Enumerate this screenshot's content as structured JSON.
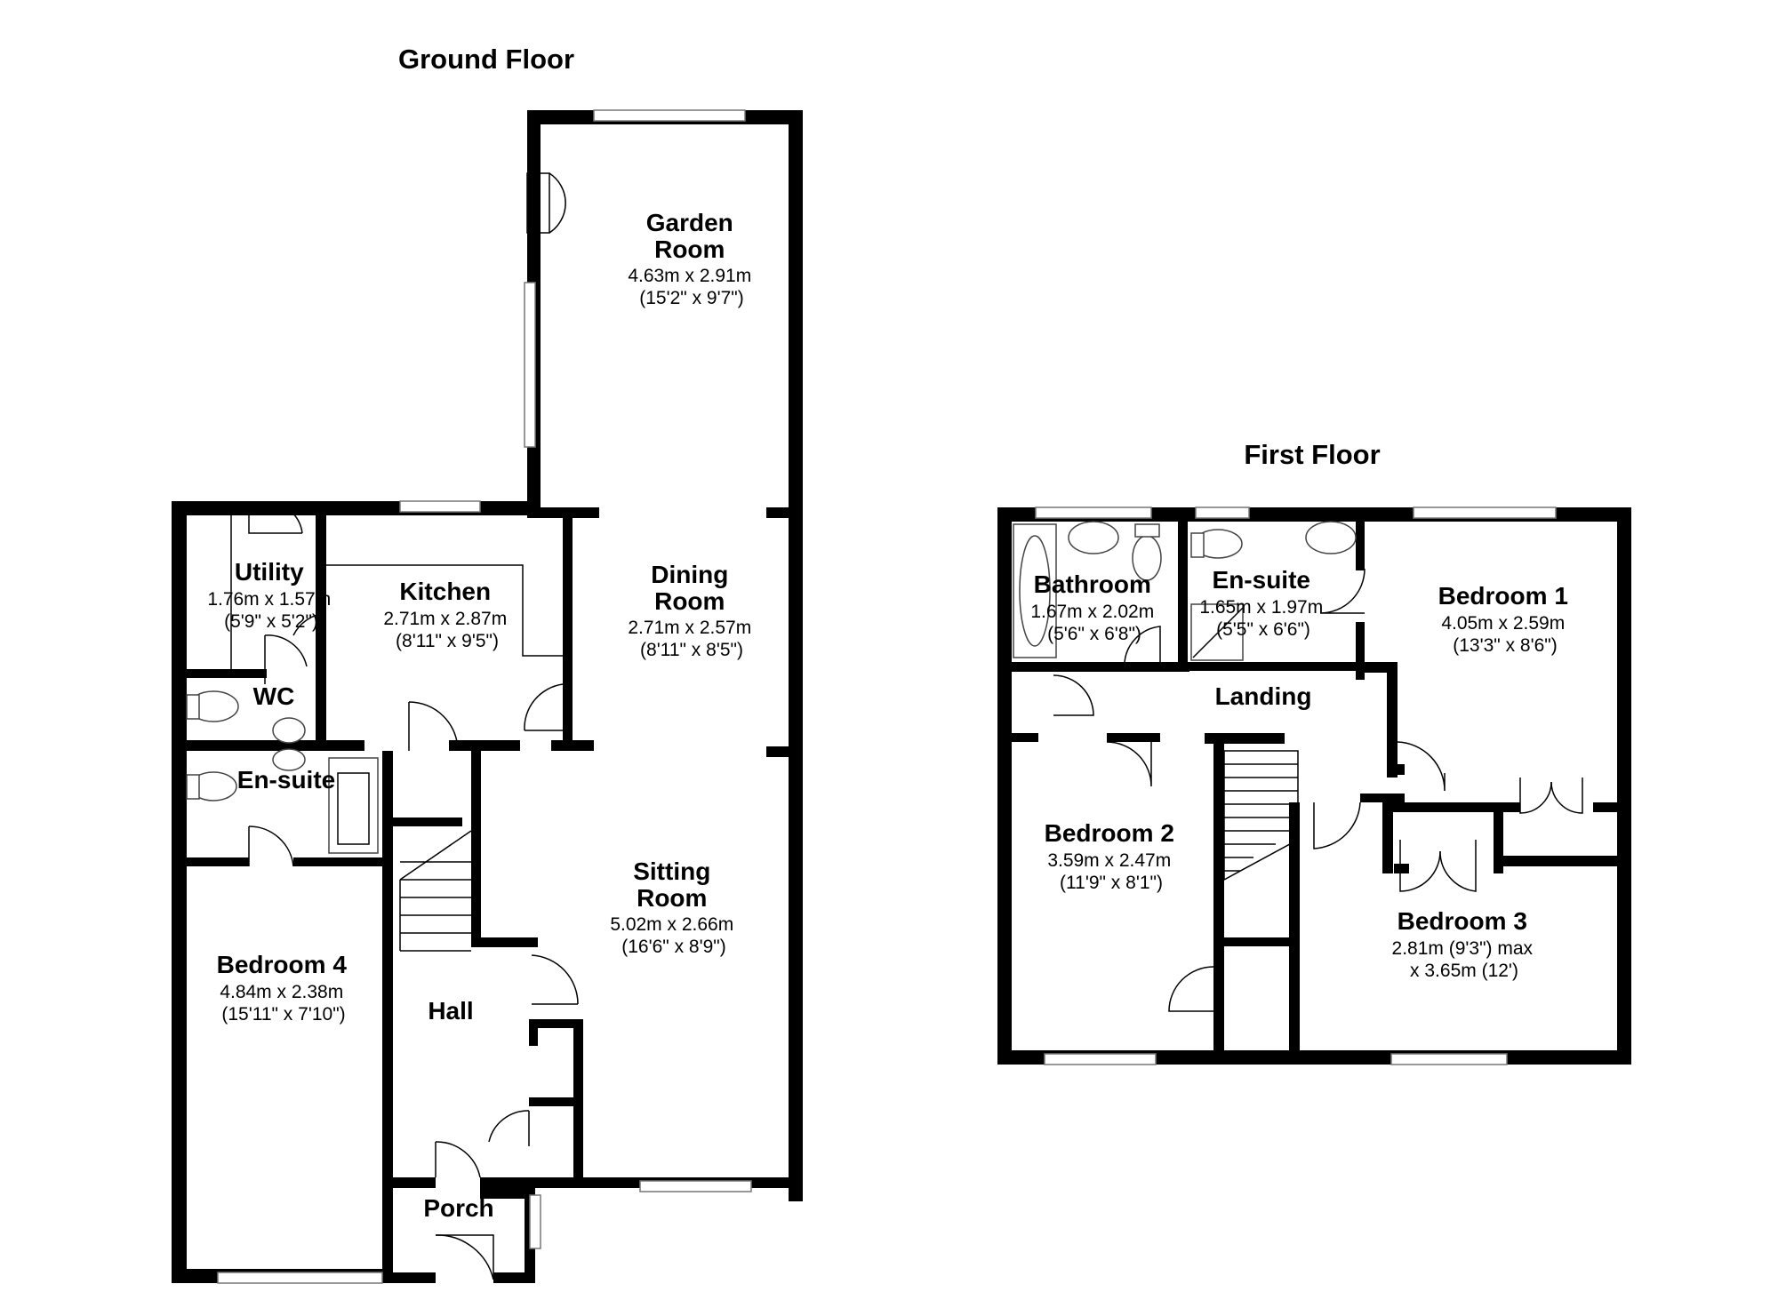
{
  "floors": [
    {
      "title": "Ground Floor",
      "rooms": [
        {
          "name": [
            "Garden",
            "Room"
          ],
          "dims": [
            "4.63m x 2.91m",
            "(15'2\" x 9'7\")"
          ]
        },
        {
          "name": [
            "Dining",
            "Room"
          ],
          "dims": [
            "2.71m x 2.57m",
            "(8'11\" x 8'5\")"
          ]
        },
        {
          "name": [
            "Kitchen"
          ],
          "dims": [
            "2.71m x 2.87m",
            "(8'11\" x 9'5\")"
          ]
        },
        {
          "name": [
            "Utility"
          ],
          "dims": [
            "1.76m x 1.57m",
            "(5'9\" x 5'2\")"
          ]
        },
        {
          "name": [
            "WC"
          ],
          "dims": []
        },
        {
          "name": [
            "En-suite"
          ],
          "dims": []
        },
        {
          "name": [
            "Sitting",
            "Room"
          ],
          "dims": [
            "5.02m x 2.66m",
            "(16'6\" x 8'9\")"
          ]
        },
        {
          "name": [
            "Bedroom 4"
          ],
          "dims": [
            "4.84m x 2.38m",
            "(15'11\" x 7'10\")"
          ]
        },
        {
          "name": [
            "Hall"
          ],
          "dims": []
        },
        {
          "name": [
            "Porch"
          ],
          "dims": []
        }
      ]
    },
    {
      "title": "First Floor",
      "rooms": [
        {
          "name": [
            "Bathroom"
          ],
          "dims": [
            "1.67m x 2.02m",
            "(5'6\" x 6'8\")"
          ]
        },
        {
          "name": [
            "En-suite"
          ],
          "dims": [
            "1.65m x 1.97m",
            "(5'5\" x 6'6\")"
          ]
        },
        {
          "name": [
            "Bedroom 1"
          ],
          "dims": [
            "4.05m x 2.59m",
            "(13'3\" x 8'6\")"
          ]
        },
        {
          "name": [
            "Landing"
          ],
          "dims": []
        },
        {
          "name": [
            "Bedroom 2"
          ],
          "dims": [
            "3.59m x 2.47m",
            "(11'9\" x 8'1\")"
          ]
        },
        {
          "name": [
            "Bedroom 3"
          ],
          "dims": [
            "2.81m (9'3\") max",
            "x 3.65m (12')"
          ]
        }
      ]
    }
  ]
}
